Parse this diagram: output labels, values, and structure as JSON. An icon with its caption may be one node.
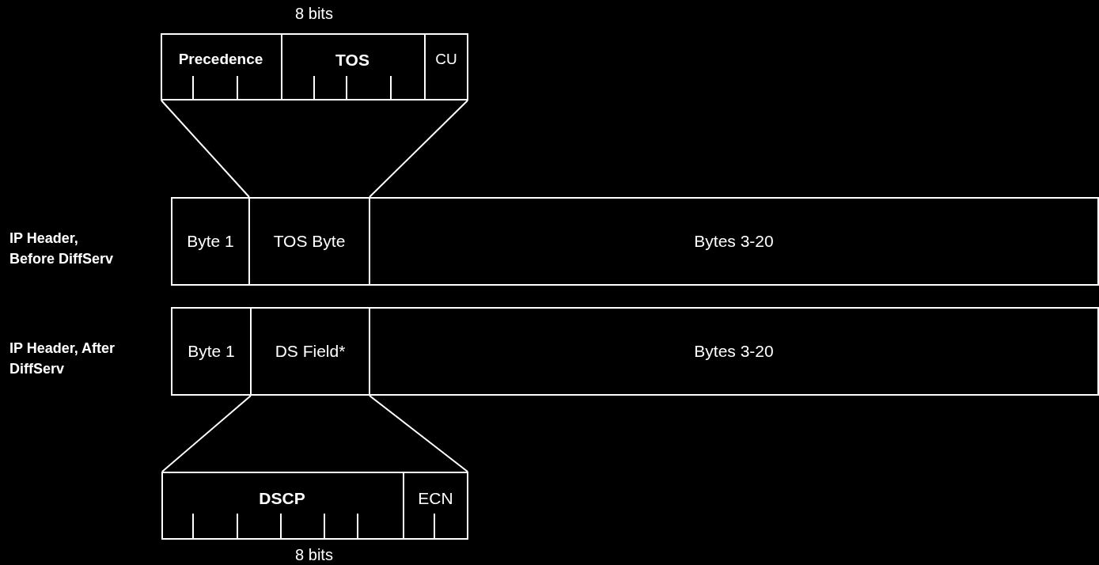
{
  "diagram": {
    "nodes": [
      {
        "text": [],
        "shape": "box",
        "beside": [
          "8 bits"
        ]
      },
      {
        "text": [
          "Precedence"
        ],
        "in": 0
      },
      {
        "text": [
          "TOS"
        ],
        "in": 0
      },
      {
        "text": [
          "CU"
        ],
        "in": 0
      },
      {
        "text": [
          "Byte 1"
        ]
      },
      {
        "text": [
          "TOS Byte"
        ]
      },
      {
        "text": [
          "Bytes 3-20"
        ]
      },
      {
        "text": [
          "Byte 1"
        ]
      },
      {
        "text": [
          "DS Field*"
        ]
      },
      {
        "text": [
          "Bytes 3-20"
        ]
      },
      {
        "text": [],
        "shape": "box",
        "beside": [
          "8 bits"
        ]
      },
      {
        "text": [
          "DSCP"
        ],
        "in": 10
      },
      {
        "text": [
          "ECN"
        ],
        "in": 10
      }
    ],
    "edges": [
      {
        "from": 5,
        "to": 0,
        "arrow": "none"
      },
      {
        "from": 5,
        "to": 0,
        "arrow": "none"
      },
      {
        "from": 8,
        "to": 10,
        "arrow": "none"
      },
      {
        "from": 8,
        "to": 10,
        "arrow": "none"
      }
    ],
    "labels": [
      "IP Header, Before DiffServ",
      "IP Header, After DiffServ"
    ]
  }
}
